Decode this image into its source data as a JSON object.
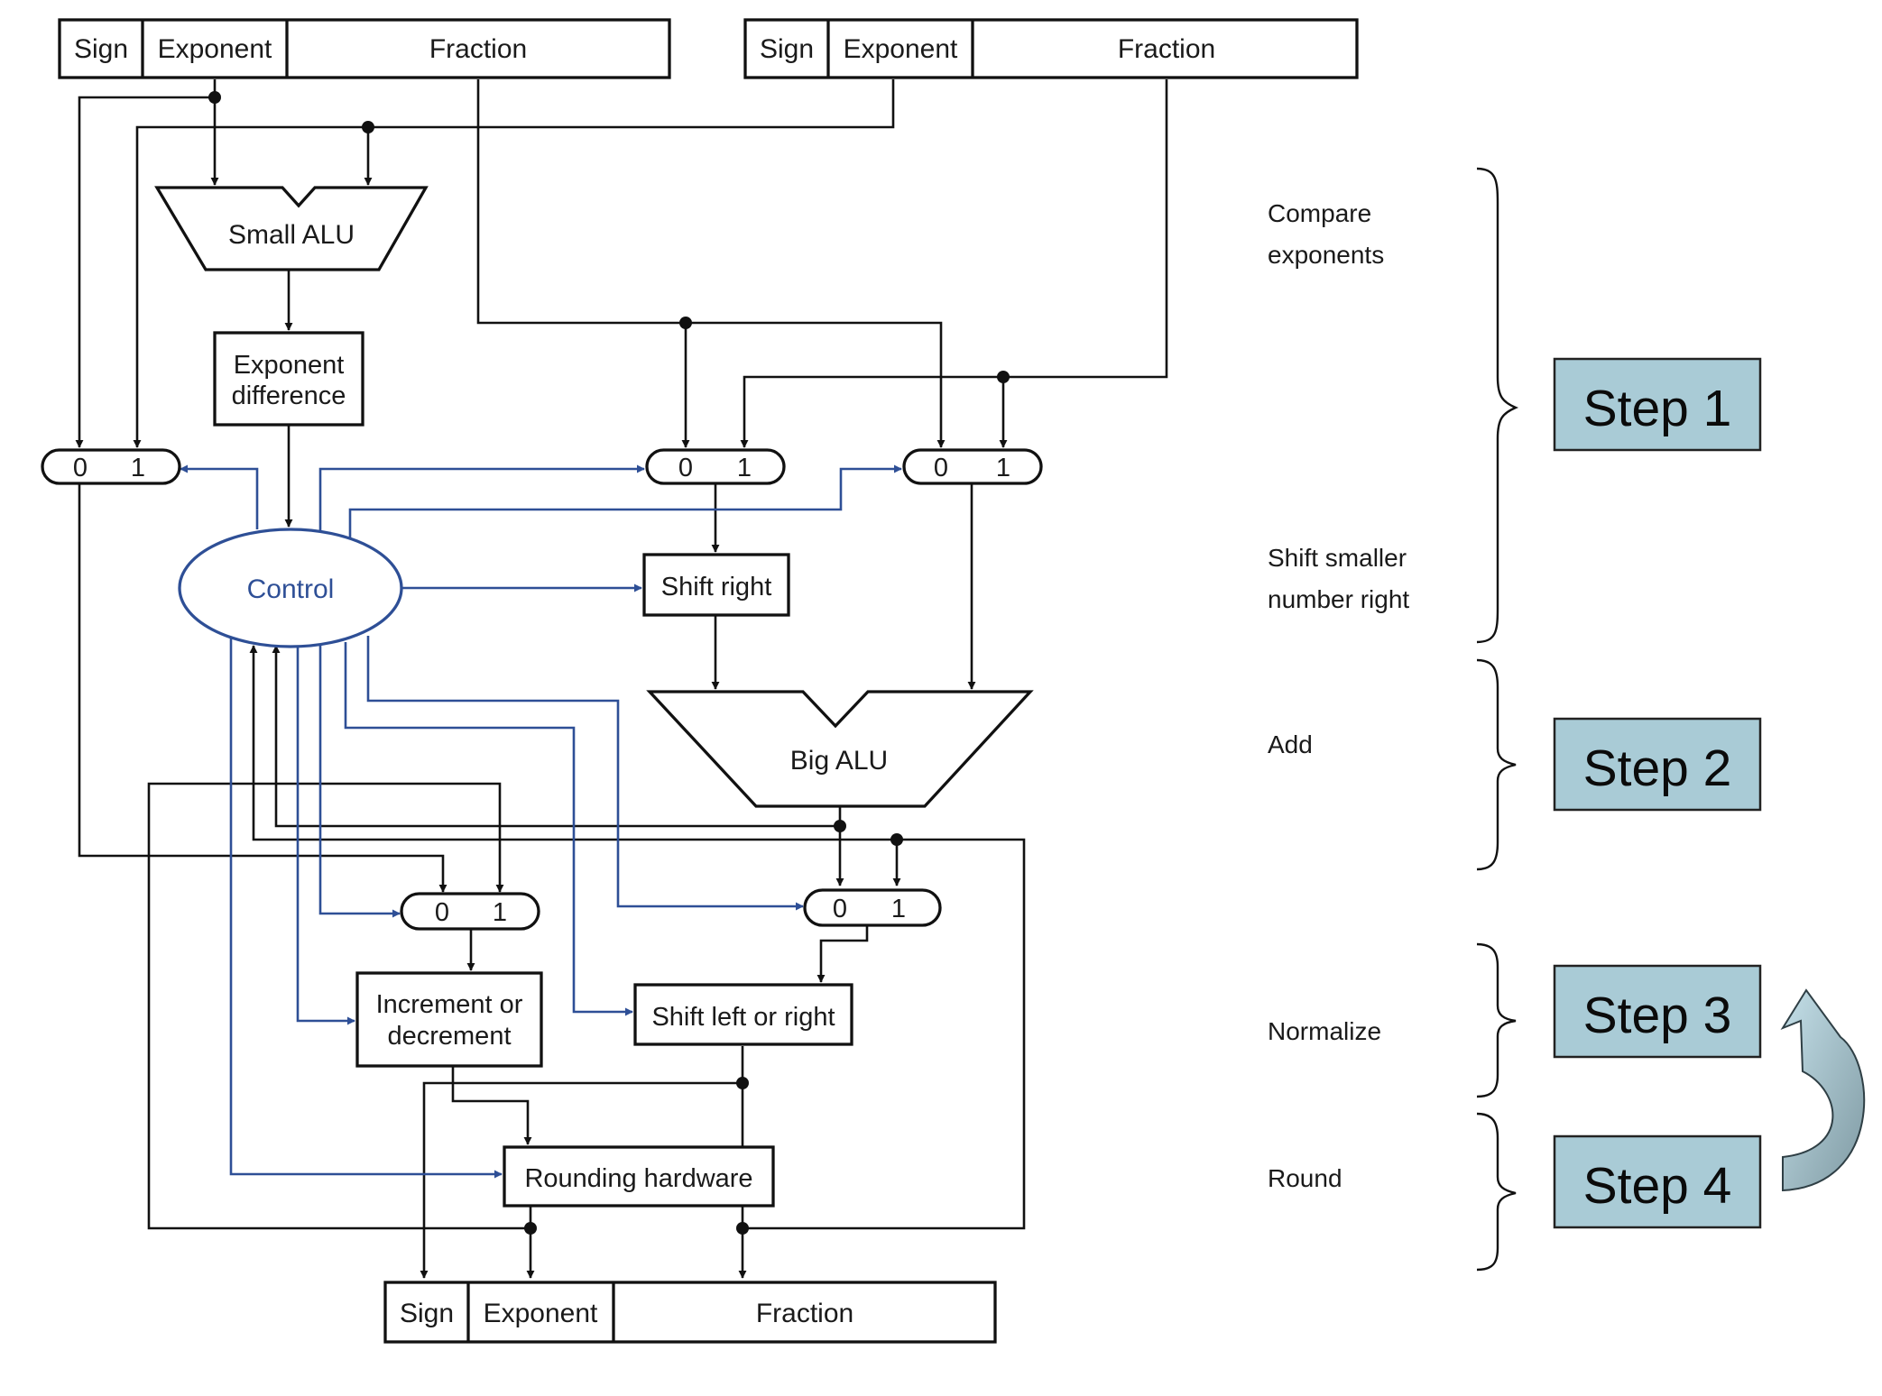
{
  "input_a": {
    "sign": "Sign",
    "exponent": "Exponent",
    "fraction": "Fraction"
  },
  "input_b": {
    "sign": "Sign",
    "exponent": "Exponent",
    "fraction": "Fraction"
  },
  "output": {
    "sign": "Sign",
    "exponent": "Exponent",
    "fraction": "Fraction"
  },
  "blocks": {
    "small_alu": "Small ALU",
    "exponent_difference": [
      "Exponent",
      "difference"
    ],
    "control": "Control",
    "shift_right": "Shift right",
    "big_alu": "Big ALU",
    "increment_decrement": [
      "Increment or",
      "decrement"
    ],
    "shift_left_right": "Shift left or right",
    "rounding_hardware": "Rounding hardware"
  },
  "mux_labels": {
    "zero": "0",
    "one": "1"
  },
  "annotations": {
    "compare": [
      "Compare",
      "exponents"
    ],
    "shift": [
      "Shift smaller",
      "number right"
    ],
    "add": "Add",
    "normalize": "Normalize",
    "round": "Round"
  },
  "steps": [
    "Step 1",
    "Step 2",
    "Step 3",
    "Step 4"
  ],
  "colors": {
    "control": "#2e4f96",
    "step_fill": "#a9cbd6",
    "loop_arrow": "#a9cbd6",
    "line": "#111111"
  }
}
